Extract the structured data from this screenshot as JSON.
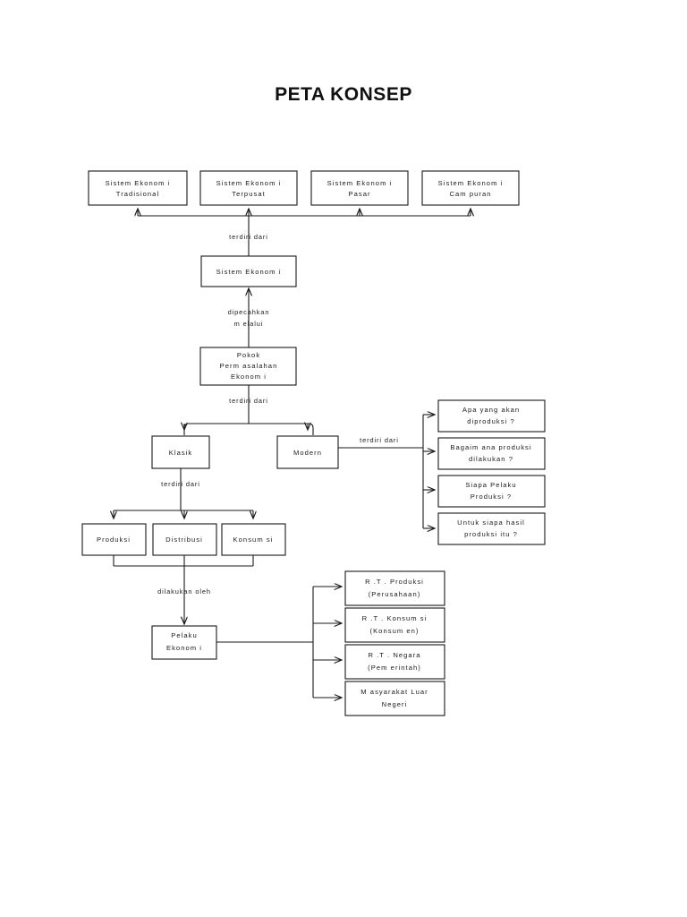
{
  "page": {
    "title": "PETA KONSEP",
    "background": "#ffffff",
    "ink": "#1a1a1a"
  },
  "systems_row": {
    "boxes": [
      {
        "line1": "Sistem  Ekonom i",
        "line2": "Tradisional"
      },
      {
        "line1": "Sistem  Ekonom i",
        "line2": "Terpusat"
      },
      {
        "line1": "Sistem  Ekonom i",
        "line2": "Pasar"
      },
      {
        "line1": "Sistem  Ekonom i",
        "line2": "Cam puran"
      }
    ]
  },
  "core": {
    "sistem_ekonomi": "Sistem  Ekonom i",
    "pokok": {
      "line1": "Pokok",
      "line2": "Perm asalahan",
      "line3": "Ekonom i"
    },
    "klasik": "Klasik",
    "modern": "Modern",
    "pelaku": {
      "line1": "Pelaku",
      "line2": "Ekonom i"
    }
  },
  "klasik_children": [
    {
      "label": "Produksi"
    },
    {
      "label": "Distribusi"
    },
    {
      "label": "Konsum si"
    }
  ],
  "modern_questions": [
    {
      "line1": "Apa yang akan",
      "line2": "diproduksi ?"
    },
    {
      "line1": "Bagaim ana produksi",
      "line2": "dilakukan ?"
    },
    {
      "line1": "Siapa Pelaku",
      "line2": "Produksi ?"
    },
    {
      "line1": "Untuk siapa hasil",
      "line2": "produksi itu ?"
    }
  ],
  "pelaku_children": [
    {
      "line1": "R .T . Produksi",
      "line2": "(Perusahaan)"
    },
    {
      "line1": "R .T . Konsum si",
      "line2": "(Konsum en)"
    },
    {
      "line1": "R .T . Negara",
      "line2": "(Pem erintah)"
    },
    {
      "line1": "M asyarakat Luar",
      "line2": "Negeri"
    }
  ],
  "edge_labels": {
    "sistem_to_row": "terdiri dari",
    "pokok_to_sistem_l1": "dipecahkan",
    "pokok_to_sistem_l2": "m elalui",
    "pokok_to_types": "terdiri dari",
    "klasik_to_children": "terdiri dari",
    "modern_to_questions": "terdiri dari",
    "children_to_pelaku": "dilakukan oleh"
  }
}
